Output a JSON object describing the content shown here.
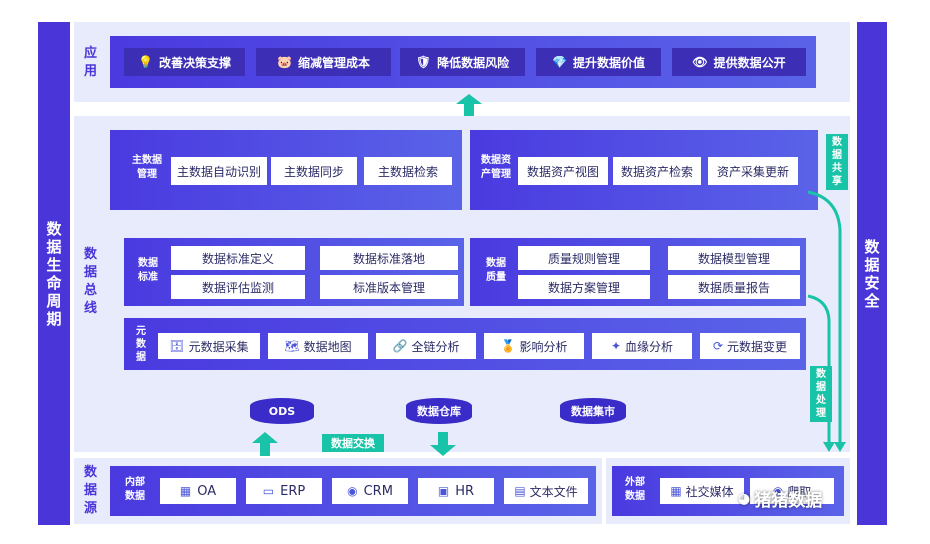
{
  "left_bar": {
    "chars": [
      "数",
      "据",
      "生",
      "命",
      "周",
      "期"
    ]
  },
  "right_bar": {
    "chars": [
      "数",
      "据",
      "安",
      "全"
    ]
  },
  "app": {
    "label_chars": [
      "应",
      "用"
    ],
    "buttons": [
      {
        "label": "改善决策支撑",
        "icon": "bulb-icon",
        "glyph": "💡"
      },
      {
        "label": "缩减管理成本",
        "icon": "piggy-bank-icon",
        "glyph": "🐷"
      },
      {
        "label": "降低数据风险",
        "icon": "shield-icon",
        "glyph": "🛡"
      },
      {
        "label": "提升数据价值",
        "icon": "diamond-icon",
        "glyph": "💎"
      },
      {
        "label": "提供数据公开",
        "icon": "eye-icon",
        "glyph": "👁"
      }
    ]
  },
  "bus": {
    "label_chars": [
      "数",
      "据",
      "总",
      "线"
    ],
    "master": {
      "title_lines": [
        "主数据",
        "管理"
      ],
      "items": [
        "主数据自动识别",
        "主数据同步",
        "主数据检索"
      ]
    },
    "asset": {
      "title_lines": [
        "数据资",
        "产管理"
      ],
      "items": [
        "数据资产视图",
        "数据资产检索",
        "资产采集更新"
      ]
    },
    "standard": {
      "title_lines": [
        "数据",
        "标准"
      ],
      "items": [
        "数据标准定义",
        "数据标准落地",
        "数据评估监测",
        "标准版本管理"
      ]
    },
    "quality": {
      "title_lines": [
        "数据",
        "质量"
      ],
      "items": [
        "质量规则管理",
        "数据模型管理",
        "数据方案管理",
        "数据质量报告"
      ]
    },
    "meta": {
      "title_lines": [
        "元",
        "数",
        "据"
      ],
      "items": [
        {
          "label": "元数据采集",
          "icon": "database-icon",
          "glyph": "🗄"
        },
        {
          "label": "数据地图",
          "icon": "map-icon",
          "glyph": "🗺"
        },
        {
          "label": "全链分析",
          "icon": "link-icon",
          "glyph": "🔗"
        },
        {
          "label": "影响分析",
          "icon": "medal-icon",
          "glyph": "🏅"
        },
        {
          "label": "血缘分析",
          "icon": "dna-icon",
          "glyph": "✦"
        },
        {
          "label": "元数据变更",
          "icon": "change-icon",
          "glyph": "⟳"
        }
      ]
    },
    "storage": [
      "ODS",
      "数据仓库",
      "数据集市"
    ],
    "share_chars": [
      "数",
      "据",
      "共",
      "享"
    ],
    "process_chars": [
      "数",
      "据",
      "处",
      "理"
    ]
  },
  "exchange": {
    "label": "数据交换"
  },
  "source": {
    "label_chars": [
      "数",
      "据",
      "源"
    ],
    "internal": {
      "title_lines": [
        "内部",
        "数据"
      ],
      "items": [
        {
          "label": "OA",
          "icon": "oa-icon",
          "glyph": "▦"
        },
        {
          "label": "ERP",
          "icon": "erp-icon",
          "glyph": "▭"
        },
        {
          "label": "CRM",
          "icon": "crm-icon",
          "glyph": "◉"
        },
        {
          "label": "HR",
          "icon": "hr-icon",
          "glyph": "▣"
        },
        {
          "label": "文本文件",
          "icon": "document-icon",
          "glyph": "▤"
        }
      ]
    },
    "external": {
      "title_lines": [
        "外部",
        "数据"
      ],
      "items": [
        {
          "label": "社交媒体",
          "icon": "social-icon",
          "glyph": "▦"
        },
        {
          "label": "爬取",
          "icon": "crawler-icon",
          "glyph": "◉"
        }
      ]
    }
  },
  "watermark": "猪猪数据",
  "colors": {
    "primary": "#4a35d8",
    "accent": "#19c3a8",
    "panel": "#e8ebfb"
  }
}
